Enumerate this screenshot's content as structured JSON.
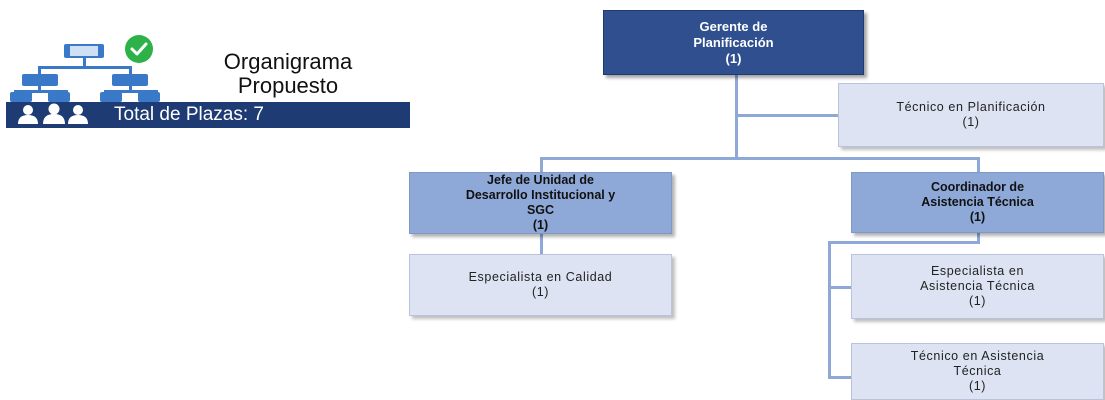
{
  "header": {
    "title_line1": "Organigrama",
    "title_line2": "Propuesto",
    "total_label": "Total de Plazas: 7",
    "icon": "org-chart-icon",
    "check_icon": "check-circle-icon",
    "people_icon": "people-icon"
  },
  "nodes": {
    "gerente": "Gerente de\nPlanificación\n(1)",
    "tecnico_planificacion": "Técnico en Planificación\n(1)",
    "jefe_unidad": "Jefe de Unidad de\nDesarrollo Institucional y\nSGC\n(1)",
    "coordinador": "Coordinador de\nAsistencia Técnica\n(1)",
    "especialista_calidad": "Especialista en Calidad\n(1)",
    "especialista_asistencia": "Especialista en\nAsistencia Técnica\n(1)",
    "tecnico_asistencia": "Técnico en Asistencia\nTécnica\n(1)"
  },
  "colors": {
    "top": "#2f4f8f",
    "mid": "#8ea9d8",
    "low": "#dde3f2",
    "banner": "#1f3b73",
    "check": "#2db24a"
  }
}
